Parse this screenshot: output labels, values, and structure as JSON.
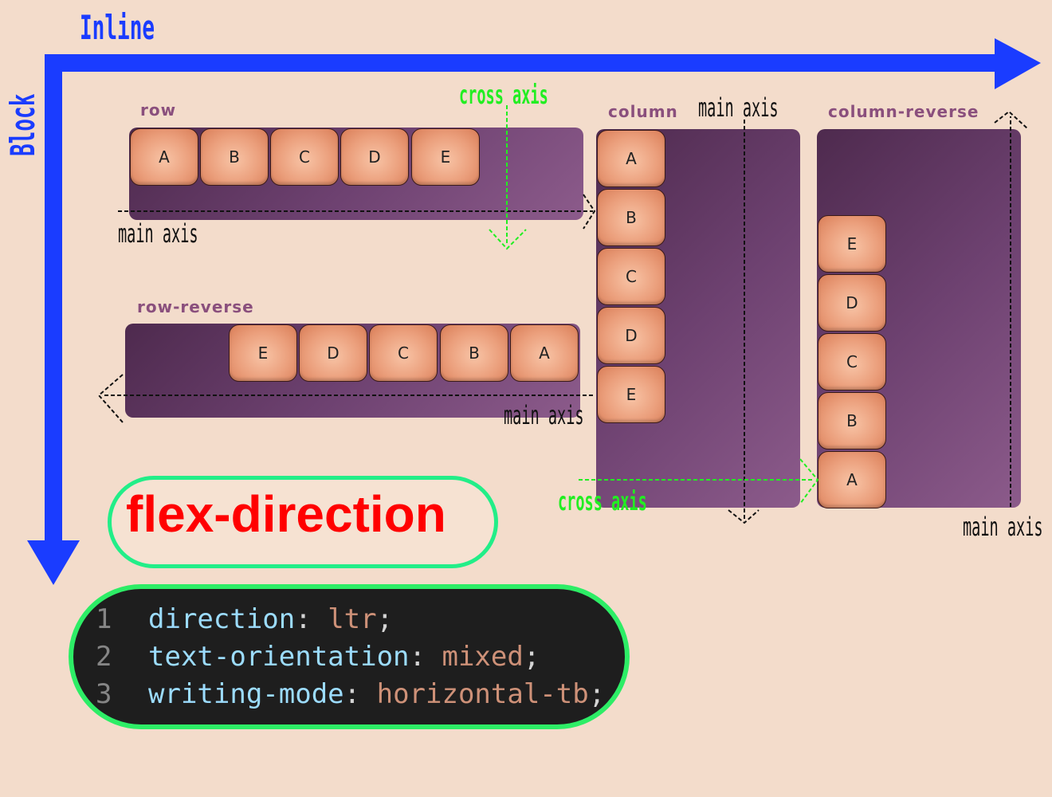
{
  "axes": {
    "inline": "Inline",
    "block": "Block"
  },
  "labels": {
    "row": "row",
    "row_reverse": "row-reverse",
    "column": "column",
    "column_reverse": "column-reverse"
  },
  "items": {
    "row": [
      "A",
      "B",
      "C",
      "D",
      "E"
    ],
    "row_reverse": [
      "E",
      "D",
      "C",
      "B",
      "A"
    ],
    "column": [
      "A",
      "B",
      "C",
      "D",
      "E"
    ],
    "column_reverse": [
      "E",
      "D",
      "C",
      "B",
      "A"
    ]
  },
  "notes": {
    "main_axis": "main axis",
    "cross_axis": "cross axis"
  },
  "title": "flex-direction",
  "code": [
    {
      "num": "1",
      "prop": "direction",
      "value": "ltr"
    },
    {
      "num": "2",
      "prop": "text-orientation",
      "value": "mixed"
    },
    {
      "num": "3",
      "prop": "writing-mode",
      "value": "horizontal-tb"
    }
  ],
  "colors": {
    "axis_blue": "#1a3cff",
    "title_red": "#ff0000",
    "pill_green": "#22ee88",
    "cross_green": "#22ee22"
  }
}
